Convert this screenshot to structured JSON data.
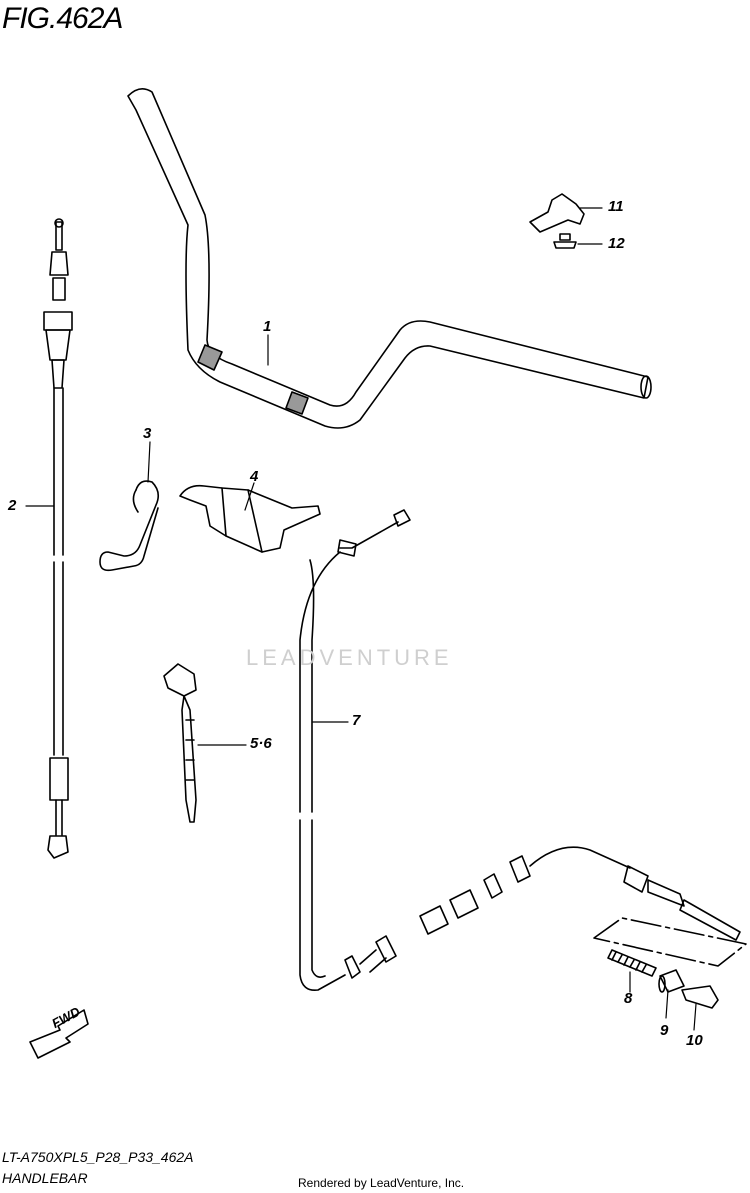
{
  "figure": {
    "title": "FIG.462A",
    "code": "LT-A750XPL5_P28_P33_462A",
    "name": "HANDLEBAR",
    "rendered_by": "Rendered by LeadVenture, Inc.",
    "watermark": "LEADVENTURE",
    "fwd_label": "FWD"
  },
  "callouts": [
    {
      "id": "1",
      "label": "1"
    },
    {
      "id": "2",
      "label": "2"
    },
    {
      "id": "3",
      "label": "3"
    },
    {
      "id": "4",
      "label": "4"
    },
    {
      "id": "5-6",
      "label": "5·6"
    },
    {
      "id": "7",
      "label": "7"
    },
    {
      "id": "8",
      "label": "8"
    },
    {
      "id": "9",
      "label": "9"
    },
    {
      "id": "10",
      "label": "10"
    },
    {
      "id": "11",
      "label": "11"
    },
    {
      "id": "12",
      "label": "12"
    }
  ]
}
